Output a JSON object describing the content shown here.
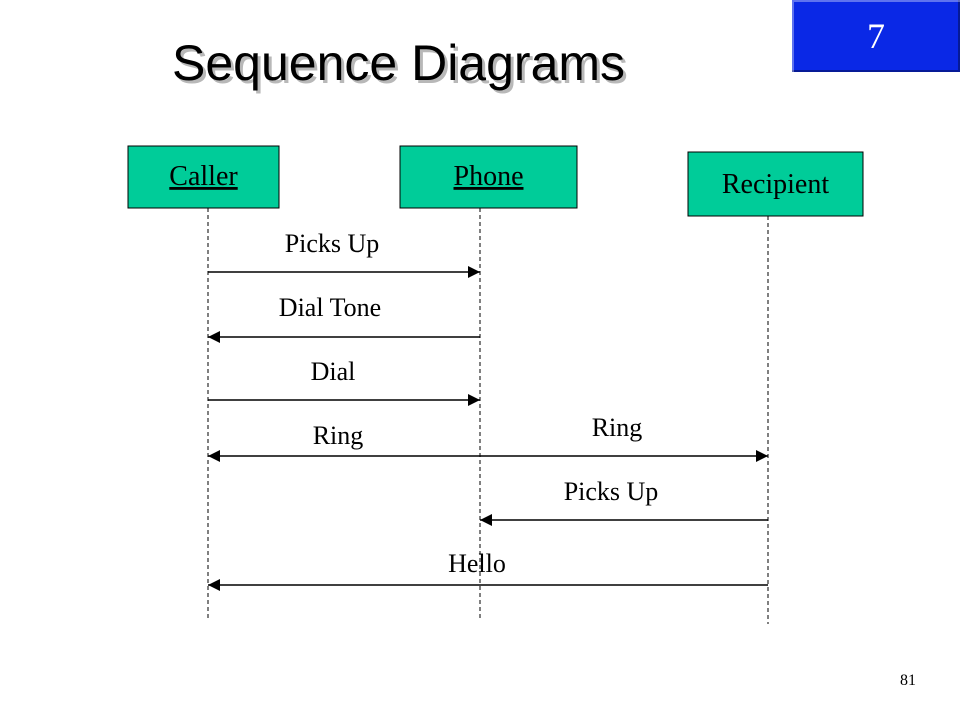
{
  "title": "Sequence Diagrams",
  "chapter": "7",
  "page_number": "81",
  "colors": {
    "chapter_box": "#0a28e6",
    "lifeline_fill": "#00cc99"
  },
  "lifelines": [
    {
      "id": "caller",
      "label": "Caller",
      "underlined": true
    },
    {
      "id": "phone",
      "label": "Phone",
      "underlined": true
    },
    {
      "id": "recipient",
      "label": "Recipient",
      "underlined": false
    }
  ],
  "messages": [
    {
      "label": "Picks Up",
      "from": "caller",
      "to": "phone",
      "bidirectional": false
    },
    {
      "label": "Dial Tone",
      "from": "phone",
      "to": "caller",
      "bidirectional": false
    },
    {
      "label": "Dial",
      "from": "caller",
      "to": "phone",
      "bidirectional": false
    },
    {
      "label": "Ring",
      "from": "caller",
      "to": "recipient",
      "bidirectional": true
    },
    {
      "label": "Ring",
      "from": "phone",
      "to": "recipient",
      "bidirectional": false,
      "label_only": true
    },
    {
      "label": "Picks Up",
      "from": "recipient",
      "to": "phone",
      "bidirectional": false
    },
    {
      "label": "Hello",
      "from": "recipient",
      "to": "caller",
      "bidirectional": false
    }
  ]
}
